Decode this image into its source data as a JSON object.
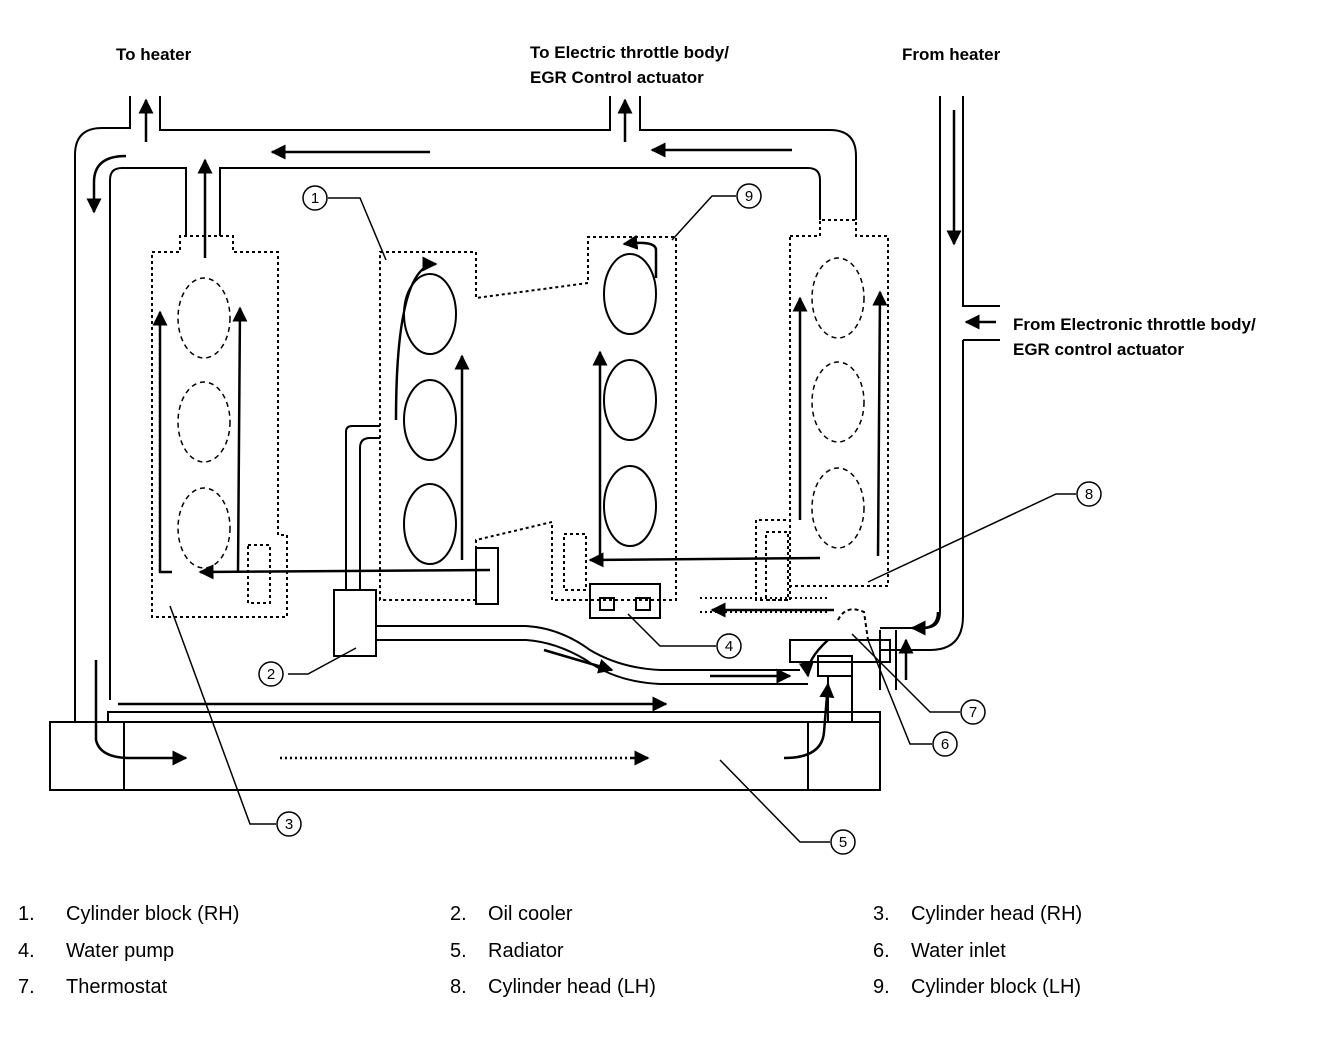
{
  "flow_labels": {
    "to_heater": "To heater",
    "to_etb_line1": "To Electric throttle body/",
    "to_etb_line2": "EGR Control actuator",
    "from_heater": "From heater",
    "from_etb_line1": "From Electronic throttle body/",
    "from_etb_line2": "EGR control actuator"
  },
  "callouts": [
    "1",
    "2",
    "3",
    "4",
    "5",
    "6",
    "7",
    "8",
    "9"
  ],
  "legend": [
    {
      "num": "1.",
      "label": "Cylinder block (RH)"
    },
    {
      "num": "2.",
      "label": "Oil cooler"
    },
    {
      "num": "3.",
      "label": "Cylinder head (RH)"
    },
    {
      "num": "4.",
      "label": "Water pump"
    },
    {
      "num": "5.",
      "label": "Radiator"
    },
    {
      "num": "6.",
      "label": "Water inlet"
    },
    {
      "num": "7.",
      "label": "Thermostat"
    },
    {
      "num": "8.",
      "label": "Cylinder head (LH)"
    },
    {
      "num": "9.",
      "label": "Cylinder block (LH)"
    }
  ]
}
